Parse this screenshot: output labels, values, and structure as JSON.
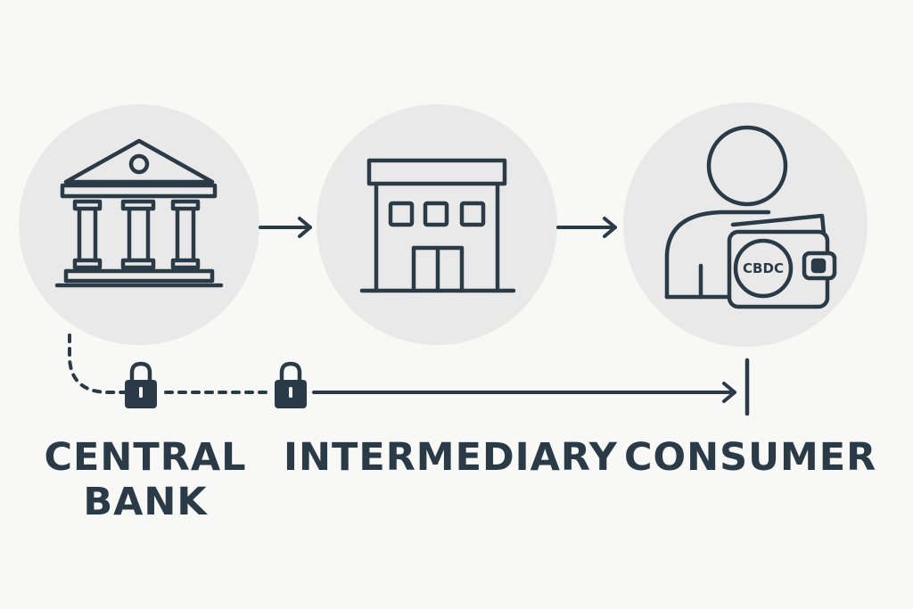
{
  "nodes": {
    "central_bank": {
      "label_line1": "CENTRAL",
      "label_line2": "BANK"
    },
    "intermediary": {
      "label": "INTERMEDIARY"
    },
    "consumer": {
      "label": "CONSUMER",
      "wallet_badge": "CBDC"
    }
  },
  "colors": {
    "background": "#f8f8f6",
    "circle_fill": "#e9e9ea",
    "ink": "#2a3a47"
  },
  "icons": [
    "bank-icon",
    "building-icon",
    "person-icon",
    "wallet-icon",
    "lock-icon",
    "arrow-right-icon"
  ]
}
